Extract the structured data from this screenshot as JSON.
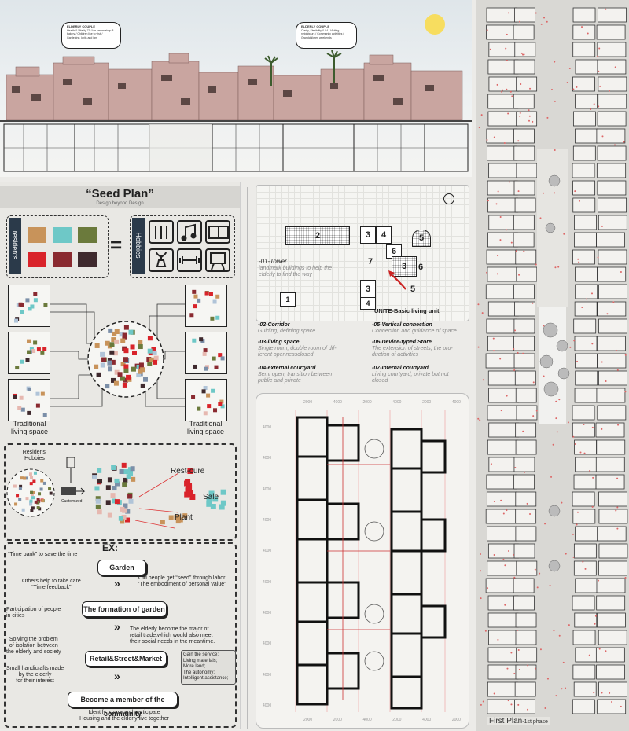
{
  "hero": {
    "bubble_left_title": "ELDERLY COUPLE",
    "bubble_left_text": "Health & Vitality 71 / Ice cream shop & bakery / Children like to visit / Gardening, knits and jam",
    "bubble_right_title": "ELDERLY COUPLE",
    "bubble_right_text": "Clarity, Flexibility & 84 / Visiting neighbours / Community activities / Grandchildren weekends"
  },
  "seed": {
    "title": "“Seed Plan”",
    "subtitle": "Design beyond Design",
    "residents_label": "residents",
    "hobbies_label": "Hobbies",
    "equals": "=",
    "resident_colors": [
      "#c8935a",
      "#6ec8c7",
      "#6b7a3c",
      "#d9232a",
      "#8a2a30",
      "#3f2a2e"
    ],
    "hobby_icons": [
      "utensils-icon",
      "music-icon",
      "book-icon",
      "plant-icon",
      "dumbbell-icon",
      "easel-icon"
    ],
    "traditional_left": "Traditional\nliving space",
    "traditional_right": "Traditional\nliving space",
    "residents_hobbies": "Residens'\nHobbies",
    "customized": "Customized",
    "rest_cure": "Rest-cure",
    "sale": "Sale",
    "plant": "Plant"
  },
  "flow": {
    "ex": "EX:",
    "time_bank": "“Time bank” to save the time",
    "garden": "Garden",
    "others_help": "Others help to take care\n“Time feedback”",
    "old_people": "Old people get “seed” through labor\n“The embodiment of personal value”",
    "participation": "Participation of people\nin cities",
    "formation": "The formation of garden",
    "solving": "Solving the problem\nof isolation between\nthe elderly and society",
    "elderly_major": "The elderly become the major of\nretail trade,which would also meet\ntheir social needs in the meantime.",
    "retail": "Retail&Street&Market",
    "gain": "Gain the service;\nLiving materials;\nMore land;\nThe autonomy;\nIntelligent assistance;",
    "handicrafts": "Small handicrafts made\nby the elderly\nfor their interest",
    "member": "Become a member of the community",
    "identify": "Identify, share and participate\nHousing and the elderly live together"
  },
  "unit": {
    "numbers": [
      "1",
      "2",
      "3",
      "4",
      "5",
      "6",
      "7",
      "3",
      "4",
      "5",
      "6"
    ],
    "tower_title": "-01-Tower",
    "tower_text": "landmark buildings to help the\nelderly to find the way",
    "basic": "UNITE-Basic living unit"
  },
  "legend": [
    {
      "title": "-02-Corridor",
      "text": "Guiding, defining space"
    },
    {
      "title": "-05-Vertical connection",
      "text": "Connection and guidance of space"
    },
    {
      "title": "-03-living space",
      "text": "Single room, double room of dif-\nferent opennessclosed"
    },
    {
      "title": "-06-Device-typed Store",
      "text": "The extension of streets, the pro-\nduction of activities"
    },
    {
      "title": "-04-external courtyard",
      "text": "Semi open, transition between\npublic and private"
    },
    {
      "title": "-07-Internal courtyard",
      "text": "Living courtyard, private but not\nclosed"
    }
  ],
  "plan": {
    "dims_top": [
      "2000",
      "4000",
      "2000",
      "4000",
      "2000",
      "4000"
    ],
    "dims_bottom": [
      "2000",
      "2000",
      "4000",
      "2000",
      "4000",
      "2000"
    ],
    "dims_side": [
      "4000",
      "4000",
      "4000",
      "4000",
      "4000",
      "4000",
      "4000",
      "4000",
      "4000",
      "4000"
    ]
  },
  "first_plan": {
    "label": "First Plan",
    "sub": "-1st phase"
  }
}
